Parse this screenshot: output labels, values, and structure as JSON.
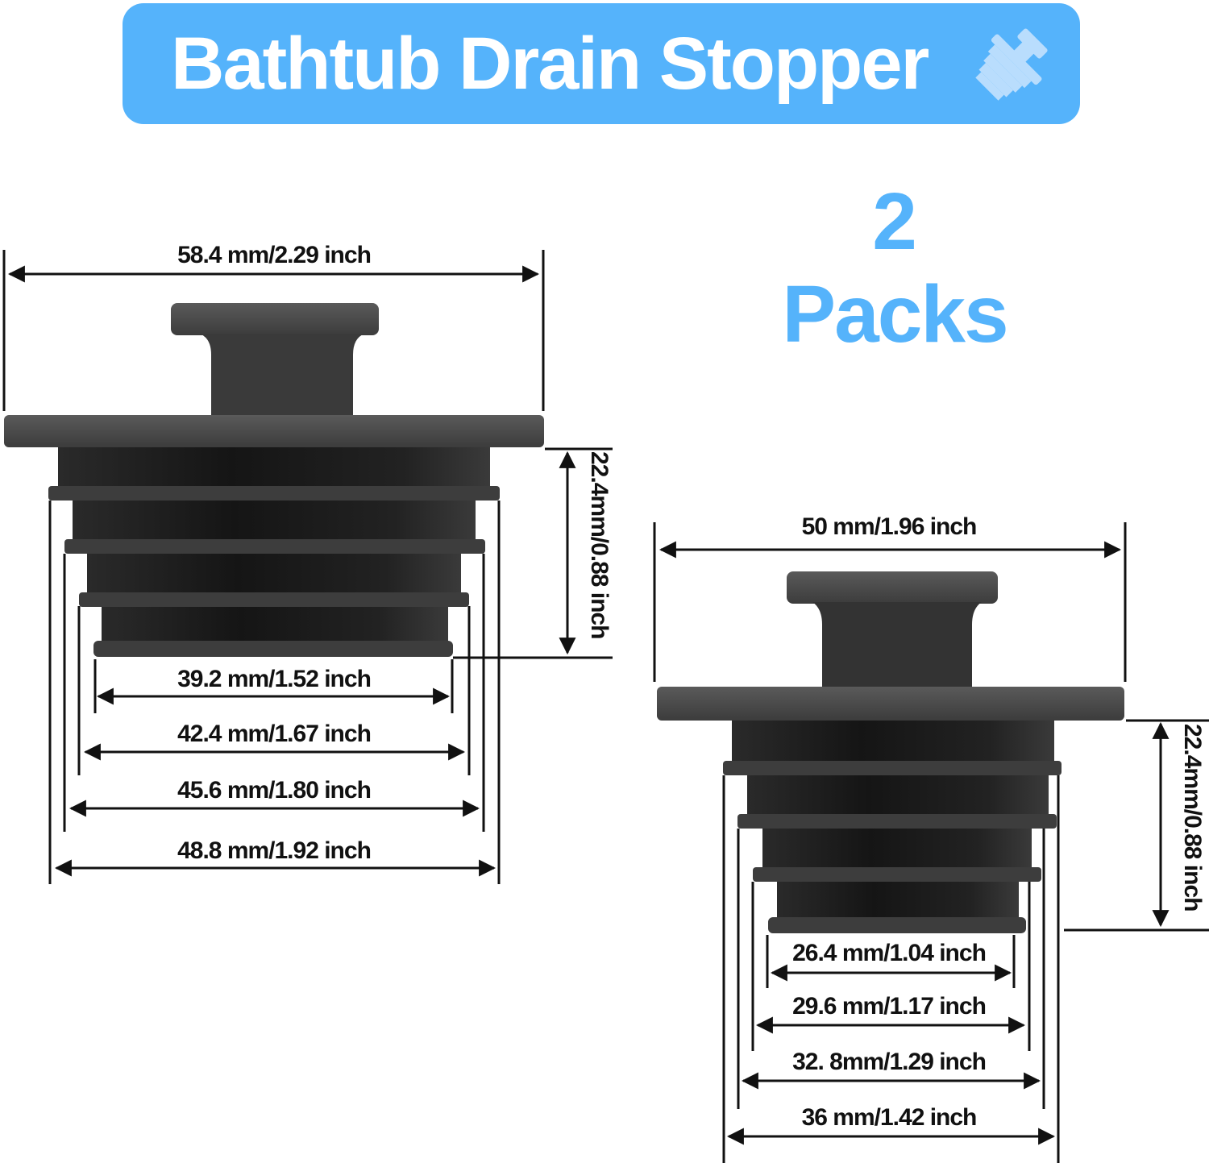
{
  "banner": {
    "title": "Bathtub Drain Stopper",
    "icon": "drain-stopper-icon",
    "background_color": "#55b3fb",
    "text_color": "#ffffff"
  },
  "pack_info": {
    "count": "2",
    "label": "Packs",
    "color": "#55b3fb"
  },
  "large_stopper": {
    "top_diameter": "58.4 mm/2.29 inch",
    "height": "22.4mm/0.88 inch",
    "ring_diameters": [
      "39.2 mm/1.52 inch",
      "42.4 mm/1.67 inch",
      "45.6 mm/1.80 inch",
      "48.8 mm/1.92 inch"
    ]
  },
  "small_stopper": {
    "top_diameter": "50 mm/1.96 inch",
    "height": "22.4mm/0.88 inch",
    "ring_diameters": [
      "26.4 mm/1.04 inch",
      "29.6 mm/1.17 inch",
      "32. 8mm/1.29 inch",
      "36 mm/1.42 inch"
    ]
  }
}
